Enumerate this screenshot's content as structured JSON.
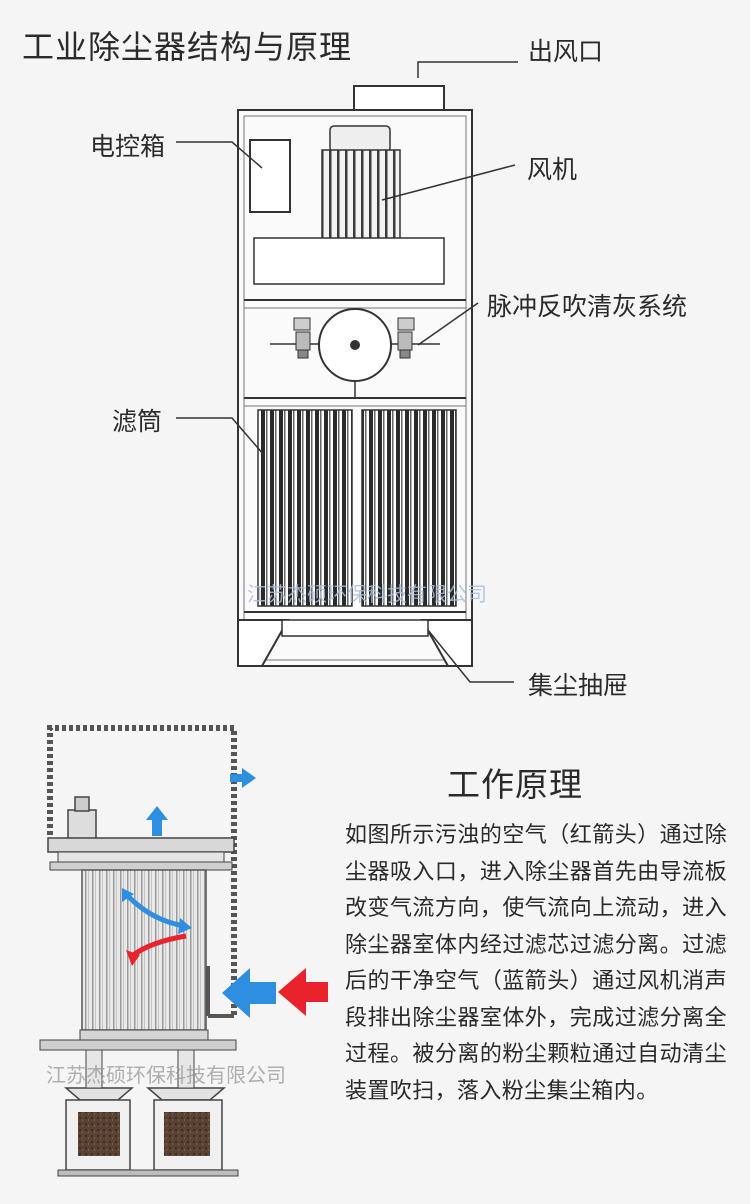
{
  "top": {
    "title": "工业除尘器结构与原理",
    "labels": {
      "outlet": "出风口",
      "control_box": "电控箱",
      "fan": "风机",
      "pulse_system": "脉冲反吹清灰系统",
      "filter": "滤筒",
      "drawer": "集尘抽屉"
    },
    "watermark": "江苏杰硕环保科技有限公司"
  },
  "bottom": {
    "title": "工作原理",
    "description": "如图所示污浊的空气（红箭头）通过除尘器吸入口，进入除尘器首先由导流板改变气流方向，使气流向上流动，进入除尘器室体内经过滤芯过滤分离。过滤后的干净空气（蓝箭头）通过风机消声段排出除尘器室体外，完成过滤分离全过程。被分离的粉尘颗粒通过自动清尘装置吹扫，落入粉尘集尘箱内。",
    "watermark": "江苏杰硕环保科技有限公司"
  },
  "colors": {
    "dirty_air_arrow": "#e8232b",
    "clean_air_arrow": "#2e8fe0"
  }
}
